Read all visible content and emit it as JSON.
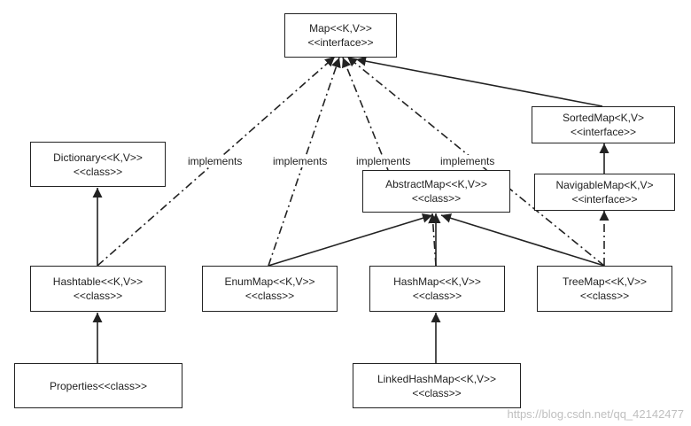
{
  "diagram": {
    "nodes": {
      "map": {
        "line1": "Map<<K,V>>",
        "line2": "<<interface>>"
      },
      "sortedmap": {
        "line1": "SortedMap<K,V>",
        "line2": "<<interface>>"
      },
      "navigablemap": {
        "line1": "NavigableMap<K,V>",
        "line2": "<<interface>>"
      },
      "dictionary": {
        "line1": "Dictionary<<K,V>>",
        "line2": "<<class>>"
      },
      "abstractmap": {
        "line1": "AbstractMap<<K,V>>",
        "line2": "<<class>>"
      },
      "hashtable": {
        "line1": "Hashtable<<K,V>>",
        "line2": "<<class>>"
      },
      "enummap": {
        "line1": "EnumMap<<K,V>>",
        "line2": "<<class>>"
      },
      "hashmap": {
        "line1": "HashMap<<K,V>>",
        "line2": "<<class>>"
      },
      "treemap": {
        "line1": "TreeMap<<K,V>>",
        "line2": "<<class>>"
      },
      "properties": {
        "line1": "Properties<<class>>"
      },
      "linkedhashmap": {
        "line1": "LinkedHashMap<<K,V>>",
        "line2": "<<class>>"
      }
    },
    "edge_labels": {
      "hashtable_map": "implements",
      "enummap_map": "implements",
      "abstractmap_map": "implements",
      "treemap_map": "implements"
    }
  },
  "watermark": "https://blog.csdn.net/qq_42142477"
}
